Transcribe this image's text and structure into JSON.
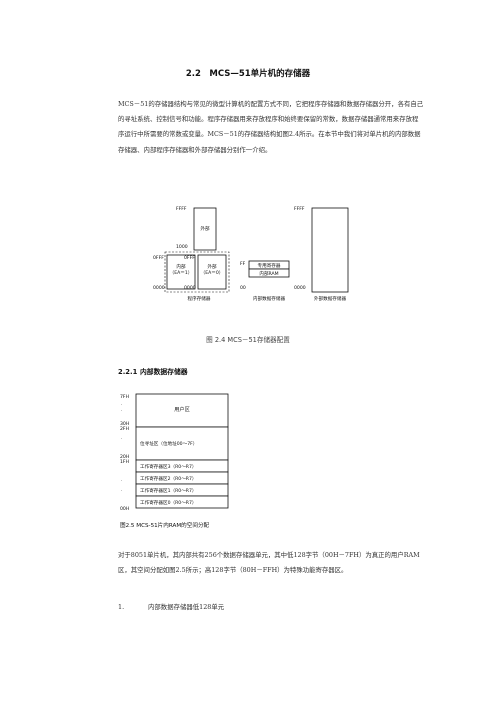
{
  "section": {
    "heading": "2.2　MCS—51单片机的存储器"
  },
  "intro": "MCS－51的存储器结构与常见的微型计算机的配置方式不同，它把程序存储器和数据存储器分开，各有自己的寻址系统、控制信号和功能。程序存储器用来存放程序和始终要保留的常数，数据存储器通常用来存放程序运行中所需要的常数或变量。MCS－51的存储器结构如图2.4所示。在本节中我们将对单片机的内部数据存储器、内部程序存储器和外部存储器分别作一介绍。",
  "figure24": {
    "caption": "图 2.4 MCS－51存储器配置",
    "prog": {
      "top_addr": "FFFF",
      "ext_label": "外部",
      "split_addr": "1000",
      "left_top_addr": "0FFF",
      "left_bottom_addr": "0000",
      "int_label": "内部",
      "int_cond": "（EA＝1）",
      "ext2_label": "外部",
      "ext2_cond": "（EA＝0）",
      "ext2_top_addr": "0FFF",
      "ext2_bottom_addr": "0000",
      "group_label": "程序存储器"
    },
    "data_int": {
      "top_addr": "FF",
      "sfr_label": "专用寄存器",
      "ram_label": "内部RAM",
      "bottom_addr": "00",
      "group_label": "内部数据存储器"
    },
    "data_ext": {
      "top_addr": "FFFF",
      "bottom_addr": "0000",
      "group_label": "外部数据存储器"
    }
  },
  "subsection": {
    "number": "2.2.1",
    "title": "内部数据存储器"
  },
  "figure25": {
    "caption": "图2.5 MCS-51片内RAM的空间分配",
    "addr_top": "7FH",
    "addr_30": "30H",
    "addr_2f": "2FH",
    "addr_20": "20H",
    "addr_1f": "1FH",
    "addr_00": "00H",
    "user_area": "用户区",
    "bit_area": "位寻址区（位地址00～7F）",
    "banks": [
      "工作寄存器区3（R0～R7）",
      "工作寄存器区2（R0～R7）",
      "工作寄存器区1（R0～R7）",
      "工作寄存器区0（R0～R7）"
    ]
  },
  "para2": "对于8051单片机，其内部共有256个数据存储器单元，其中低128字节（00H－7FH）为真正的用户RAM区，其空间分配如图2.5所示；高128字节（80H－FFH）为特殊功能寄存器区。",
  "list_item": {
    "number": "1.",
    "text": "内部数据存储器低128单元"
  }
}
